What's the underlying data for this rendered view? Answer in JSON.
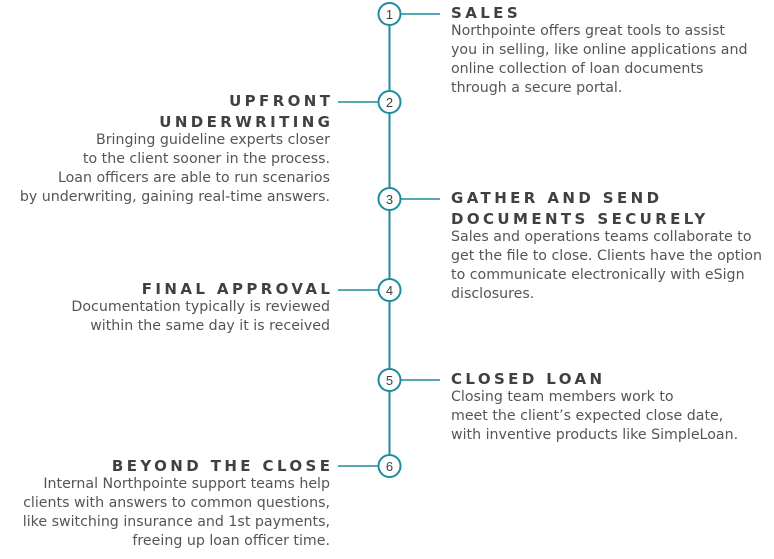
{
  "colors": {
    "accent": "#1f8aa0",
    "title": "#404040",
    "body": "#555555"
  },
  "steps": [
    {
      "number": "1",
      "side": "right",
      "title": "SALES",
      "body": "Northpointe offers great tools to assist\nyou in selling, like online applications and\nonline collection of loan documents\nthrough a secure portal."
    },
    {
      "number": "2",
      "side": "left",
      "title": "UPFRONT\nUNDERWRITING",
      "body": "Bringing guideline experts closer\nto the client sooner in the process.\nLoan officers are able to run scenarios\nby underwriting, gaining real-time answers."
    },
    {
      "number": "3",
      "side": "right",
      "title": "GATHER AND SEND\nDOCUMENTS SECURELY",
      "body": "Sales and operations teams collaborate to\nget the file to close. Clients have the option\nto communicate electronically with eSign\ndisclosures."
    },
    {
      "number": "4",
      "side": "left",
      "title": "FINAL APPROVAL",
      "body": "Documentation typically is reviewed\nwithin the same day it is received"
    },
    {
      "number": "5",
      "side": "right",
      "title": "CLOSED LOAN",
      "body": "Closing team members work to\nmeet the client’s expected close date,\nwith inventive products like SimpleLoan."
    },
    {
      "number": "6",
      "side": "left",
      "title": "BEYOND THE CLOSE",
      "body": "Internal Northpointe support teams help\nclients with answers to common questions,\nlike switching insurance and 1st payments,\nfreeing up loan officer time."
    }
  ]
}
